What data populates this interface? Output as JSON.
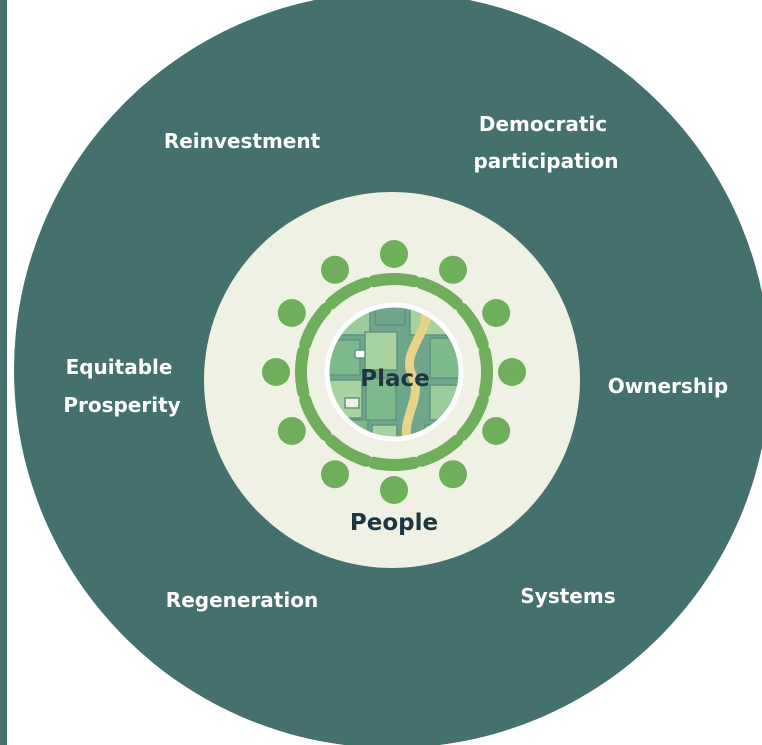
{
  "colors": {
    "outer_ring": "#44706d",
    "inner_circle": "#eef1e3",
    "people_green": "#6fae5a",
    "map_green": "#8dc391",
    "map_road": "#e6d48a",
    "label_white": "#ffffff",
    "label_dark": "#1d3640"
  },
  "outer_labels": {
    "reinvestment": "Reinvestment",
    "democratic_1": "Democratic",
    "democratic_2": "participation",
    "equitable_1": "Equitable",
    "equitable_2": "Prosperity",
    "ownership": "Ownership",
    "regeneration": "Regeneration",
    "systems": "Systems"
  },
  "inner_labels": {
    "place": "Place",
    "people": "People"
  },
  "icons": [
    "people-ring-icon",
    "map-icon"
  ]
}
